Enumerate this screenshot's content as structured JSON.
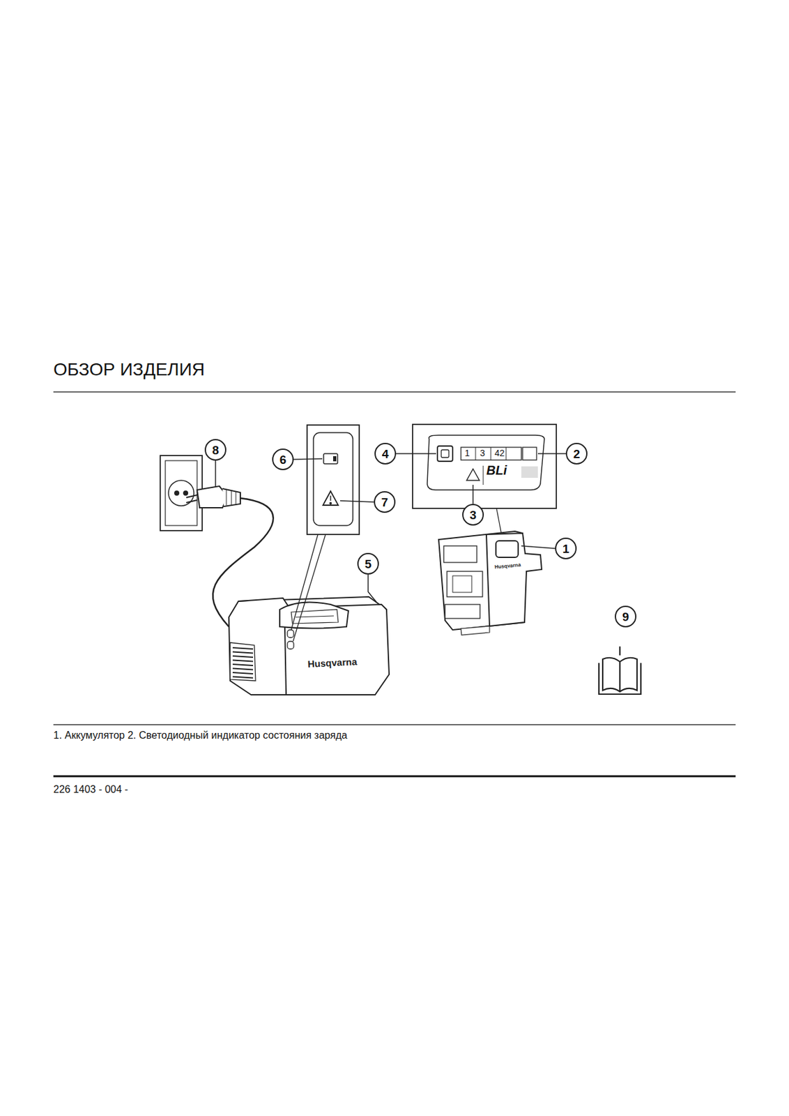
{
  "diagram": {
    "title": "ОБЗОР ИЗДЕЛИЯ",
    "caption": "1. Аккумулятор 2. Светодиодный индикатор состояния заряда",
    "nodes": [
      {
        "text": [
          "8"
        ]
      },
      {
        "text": [
          "6"
        ]
      },
      {
        "text": [
          "4"
        ]
      },
      {
        "text": [
          "2"
        ]
      },
      {
        "text": [
          "7"
        ]
      },
      {
        "text": [
          "3"
        ]
      },
      {
        "text": [
          "1"
        ]
      },
      {
        "text": [
          "5"
        ]
      },
      {
        "text": [
          "9"
        ]
      }
    ],
    "labels": [
      "1",
      "3",
      "42",
      "BLi",
      "Husqvarna",
      "Husqvarna",
      "226 1403 - 004 -"
    ]
  }
}
